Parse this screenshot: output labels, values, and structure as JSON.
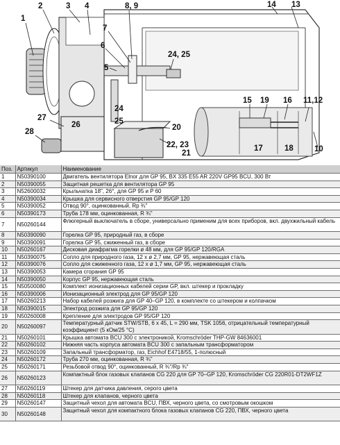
{
  "callouts": [
    "1",
    "2",
    "3",
    "4",
    "8, 9",
    "7",
    "6",
    "5",
    "24, 25",
    "24",
    "25",
    "14",
    "13",
    "15",
    "19",
    "16",
    "11,12",
    "10",
    "17",
    "18",
    "20",
    "22, 23",
    "21",
    "27",
    "28",
    "26"
  ],
  "table": {
    "headers": {
      "pos": "Поз.",
      "article": "Артикул",
      "name": "Наименование"
    },
    "rows": [
      {
        "pos": "1",
        "article": "N50390100",
        "name": "Двигатель вентилятора Elnor для GP 95, BX 335 E55 AR 220V GP95 BCU, 300 Вт"
      },
      {
        "pos": "2",
        "article": "N50390055",
        "name": "Защитная решетка для вентилятора GP 95"
      },
      {
        "pos": "3",
        "article": "N52600032",
        "name": "Крыльчатка 18\", 26°, для GP 95 и P 60"
      },
      {
        "pos": "4",
        "article": "N50390034",
        "name": "Крышка для сервисного отверстия GP 95/GP 120"
      },
      {
        "pos": "5",
        "article": "N50390052",
        "name": "Отвод 90°, оцинкованный, Rp ¾\""
      },
      {
        "pos": "6",
        "article": "N50390173",
        "name": "Труба 178 мм, оцинкованная, R ¾\""
      },
      {
        "pos": "7",
        "article": "N50260144",
        "name": "Флюгерный выключатель в сборе, универсально применим для всех приборов, вкл. двухжильный кабель",
        "tall": true
      },
      {
        "pos": "8",
        "article": "N50390090",
        "name": "Горелка GP 95, природный газ, в сборе"
      },
      {
        "pos": "9",
        "article": "N50390091",
        "name": "Горелка GP 95, сжиженный газ, в сборе"
      },
      {
        "pos": "10",
        "article": "N50260167",
        "name": "Дисковая диафрагма горелки ø 48 мм, для GP 95/GP 120/RGA"
      },
      {
        "pos": "11",
        "article": "N50390075",
        "name": "Сопло для природного газа, 12 x ø 2,7 мм, GP 95, нержавеющая сталь"
      },
      {
        "pos": "12",
        "article": "N50390076",
        "name": "Сопло для сжиженного газа, 12 x ø 1,7 мм, GP 95, нержавеющая сталь"
      },
      {
        "pos": "13",
        "article": "N50390053",
        "name": "Камера сгорания GP 95"
      },
      {
        "pos": "14",
        "article": "N50390050",
        "name": "Корпус GP 95, нержавеющая сталь"
      },
      {
        "pos": "15",
        "article": "N50500080",
        "name": "Комплект ионизационных кабелей серии GP, вкл. штекер и прокладку"
      },
      {
        "pos": "16",
        "article": "N50390006",
        "name": "Ионизационный электрод для GP 95/GP 120"
      },
      {
        "pos": "17",
        "article": "N50260213",
        "name": "Набор кабелей розжига для GP 40–GP 120, в комплекте со штекером и колпачком"
      },
      {
        "pos": "18",
        "article": "N50390015",
        "name": "Электрод розжига для GP 95/GP 120"
      },
      {
        "pos": "19",
        "article": "N50260008",
        "name": "Крепление для электродов GP 95/GP 120"
      },
      {
        "pos": "20",
        "article": "N50260097",
        "name": "Температурный датчик STW/STB, 6 x 45, L = 290 мм, TSK 1056, отрицательный температурный коэффициент (5 кОм/25 °C)",
        "tall": true
      },
      {
        "pos": "21",
        "article": "N50260101",
        "name": "Крышка автомата BCU 300 с электроникой, Kromschröder THP-GW 84636001"
      },
      {
        "pos": "22",
        "article": "N50260102",
        "name": "Нижняя часть корпуса автомата BCU 300 с запальным трансформатором"
      },
      {
        "pos": "23",
        "article": "N50260109",
        "name": "Запальный трансформатор, газ, Eichhof E4718/55, 1-полюсный"
      },
      {
        "pos": "24",
        "article": "N50260172",
        "name": "Труба 270 мм, оцинкованная, R ¾\""
      },
      {
        "pos": "25",
        "article": "N50260171",
        "name": "Резьбовой отвод 90°, оцинкованный, R ¾\"/Rp ¾\""
      },
      {
        "pos": "26",
        "article": "N50260123",
        "name": "Компактный блок газовых клапанов CG 220 для GP 70–GP 120, Kromschröder CG 220R01-DT2WF1Z",
        "tall": true
      },
      {
        "pos": "27",
        "article": "N50260119",
        "name": "Штекер для датчика давления, серого цвета"
      },
      {
        "pos": "28",
        "article": "N50260118",
        "name": "Штекер для клапанов, черного цвета"
      },
      {
        "pos": "29",
        "article": "N50260147",
        "name": "Защитный чехол для автомата BCU, ПВХ, черного цвета, со смотровым окошком"
      },
      {
        "pos": "30",
        "article": "N50260148",
        "name": "Защитный чехол для компактного блока газовых клапанов CG 220, ПВХ, черного цвета",
        "tall": true
      }
    ]
  }
}
